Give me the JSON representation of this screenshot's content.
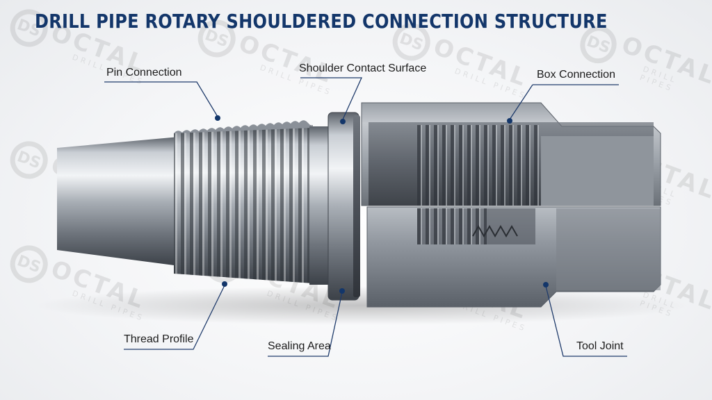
{
  "title": "DRILL PIPE ROTARY SHOULDERED CONNECTION STRUCTURE",
  "labels": {
    "pin_connection": "Pin Connection",
    "shoulder_contact_surface": "Shoulder Contact Surface",
    "box_connection": "Box Connection",
    "thread_profile": "Thread Profile",
    "sealing_area": "Sealing Area",
    "tool_joint": "Tool Joint"
  },
  "watermark": {
    "logo_letters": "DS",
    "brand": "OCTAL",
    "tagline": "DRILL PIPES"
  },
  "colors": {
    "title": "#13366a",
    "leader_line": "#1f3b6b",
    "steel_light": "#d9dde2",
    "steel_dark": "#4a4f57"
  }
}
